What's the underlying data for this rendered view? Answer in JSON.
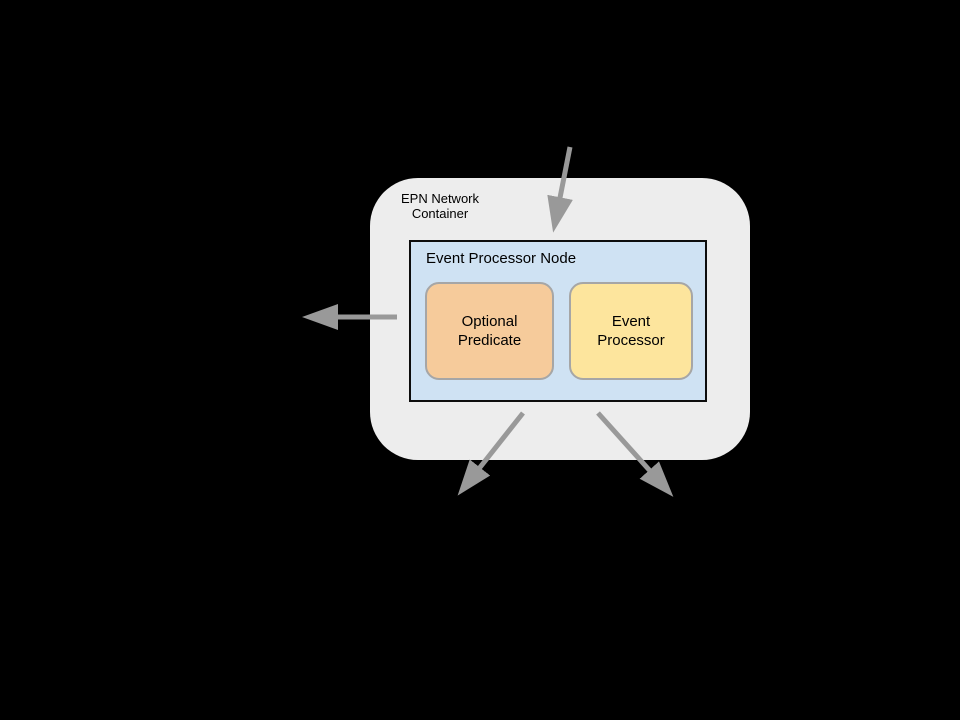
{
  "diagram": {
    "container": {
      "label": "EPN Network\nContainer"
    },
    "node": {
      "label": "Event Processor Node",
      "children": [
        {
          "label": "Optional\nPredicate"
        },
        {
          "label": "Event\nProcessor"
        }
      ]
    },
    "arrows": [
      "incoming-top-arrow",
      "outgoing-left-arrow",
      "outgoing-bottom-left-arrow",
      "outgoing-bottom-right-arrow"
    ]
  },
  "colors": {
    "background": "#000000",
    "container-fill": "#ededed",
    "node-fill": "#cfe2f3",
    "node-border": "#0d0d0d",
    "predicate-fill": "#f6cb9b",
    "processor-fill": "#fde59d",
    "inner-border": "#a6a6a6",
    "arrow": "#999999"
  }
}
